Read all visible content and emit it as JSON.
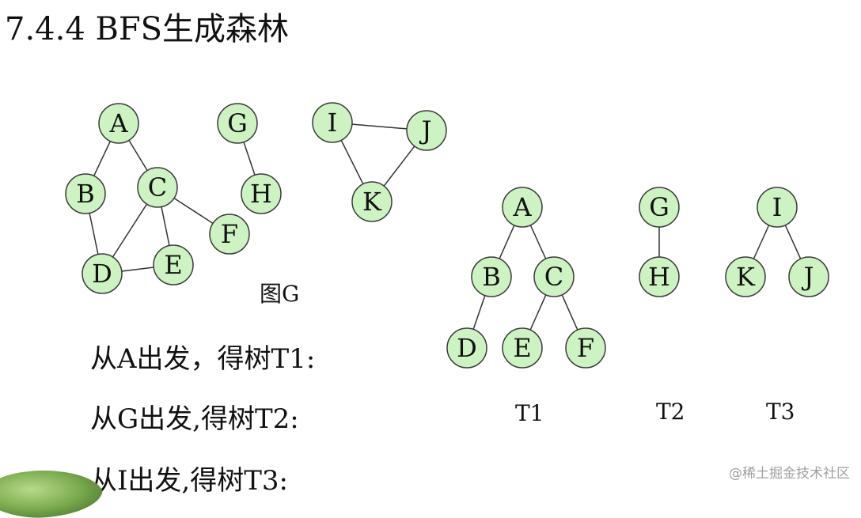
{
  "title": "7.4.4 BFS生成森林",
  "graph_label": "图G",
  "descriptions": [
    "从A出发，得树T1:",
    "从G出发,得树T2:",
    "从I出发,得树T3:"
  ],
  "tree_labels": [
    "T1",
    "T2",
    "T3"
  ],
  "watermark": "@稀土掘金技术社区",
  "colors": {
    "node_fill": "#cdf3c2",
    "node_stroke": "#3a3a3a",
    "edge": "#333333"
  },
  "graph_G": {
    "nodes": [
      "A",
      "B",
      "C",
      "D",
      "E",
      "F",
      "G",
      "H",
      "I",
      "J",
      "K"
    ],
    "edges": [
      [
        "A",
        "B"
      ],
      [
        "A",
        "C"
      ],
      [
        "B",
        "D"
      ],
      [
        "C",
        "D"
      ],
      [
        "C",
        "E"
      ],
      [
        "C",
        "F"
      ],
      [
        "D",
        "E"
      ],
      [
        "G",
        "H"
      ],
      [
        "I",
        "J"
      ],
      [
        "I",
        "K"
      ],
      [
        "J",
        "K"
      ]
    ]
  },
  "forest": {
    "nodes": [
      "A",
      "B",
      "C",
      "D",
      "E",
      "F",
      "G",
      "H",
      "I",
      "K",
      "J"
    ],
    "edges": [
      [
        "A",
        "B"
      ],
      [
        "A",
        "C"
      ],
      [
        "B",
        "D"
      ],
      [
        "C",
        "E"
      ],
      [
        "C",
        "F"
      ],
      [
        "G",
        "H"
      ],
      [
        "I",
        "K"
      ],
      [
        "I",
        "J"
      ]
    ]
  }
}
